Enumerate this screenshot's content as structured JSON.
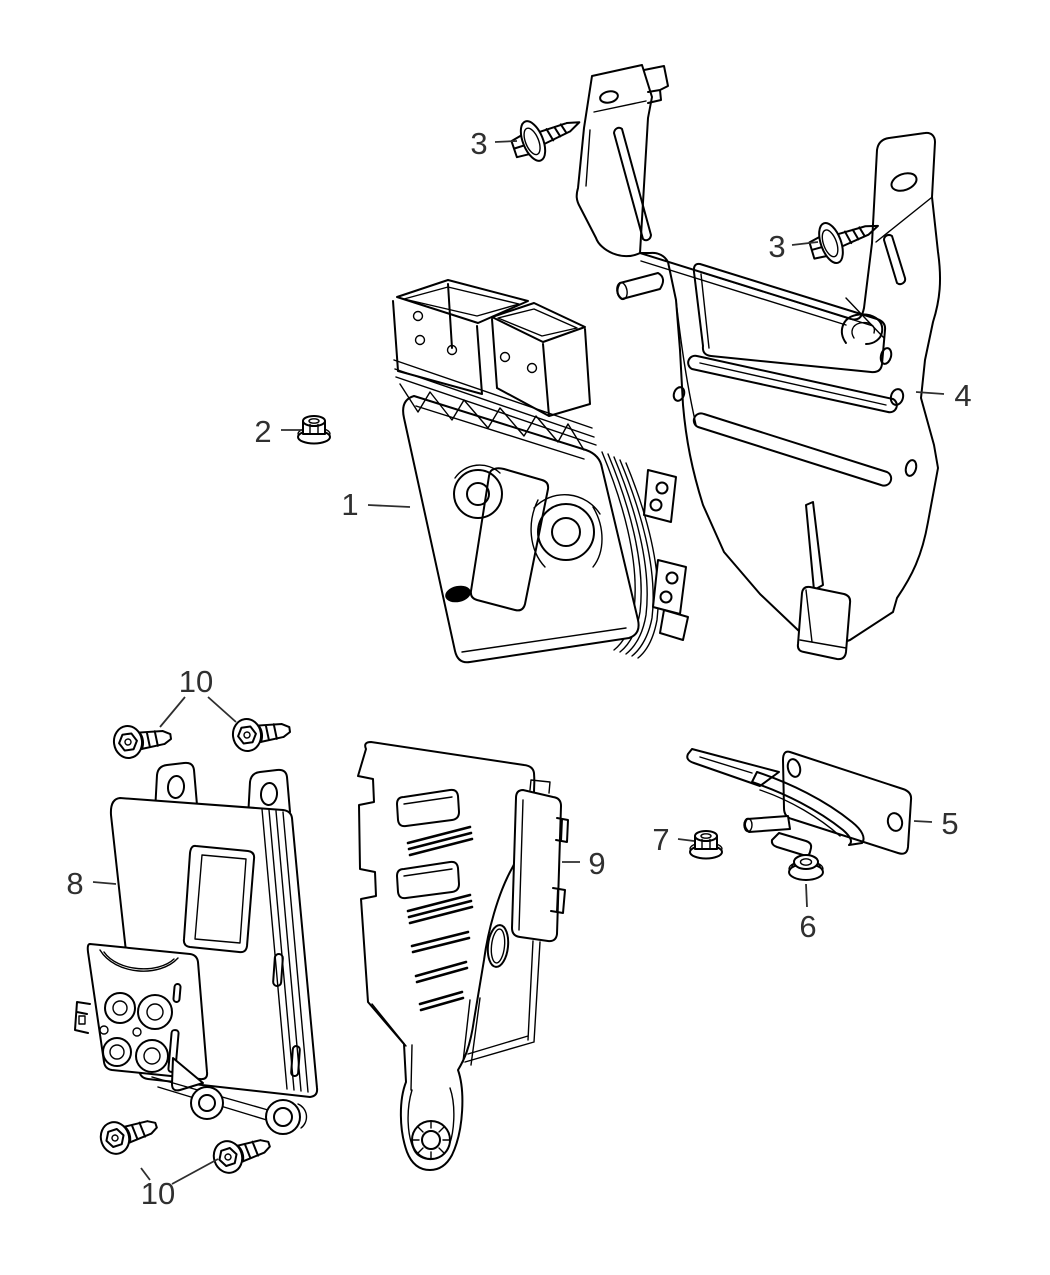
{
  "diagram": {
    "background_color": "#ffffff",
    "line_color": "#000000",
    "label_color": "#303030",
    "callouts": [
      {
        "id": "callout-1",
        "label": "1"
      },
      {
        "id": "callout-2",
        "label": "2"
      },
      {
        "id": "callout-3-upper",
        "label": "3"
      },
      {
        "id": "callout-3-right",
        "label": "3"
      },
      {
        "id": "callout-4",
        "label": "4"
      },
      {
        "id": "callout-5",
        "label": "5"
      },
      {
        "id": "callout-6",
        "label": "6"
      },
      {
        "id": "callout-7",
        "label": "7"
      },
      {
        "id": "callout-8",
        "label": "8"
      },
      {
        "id": "callout-9",
        "label": "9"
      },
      {
        "id": "callout-10-upper",
        "label": "10"
      },
      {
        "id": "callout-10-lower",
        "label": "10"
      }
    ]
  }
}
